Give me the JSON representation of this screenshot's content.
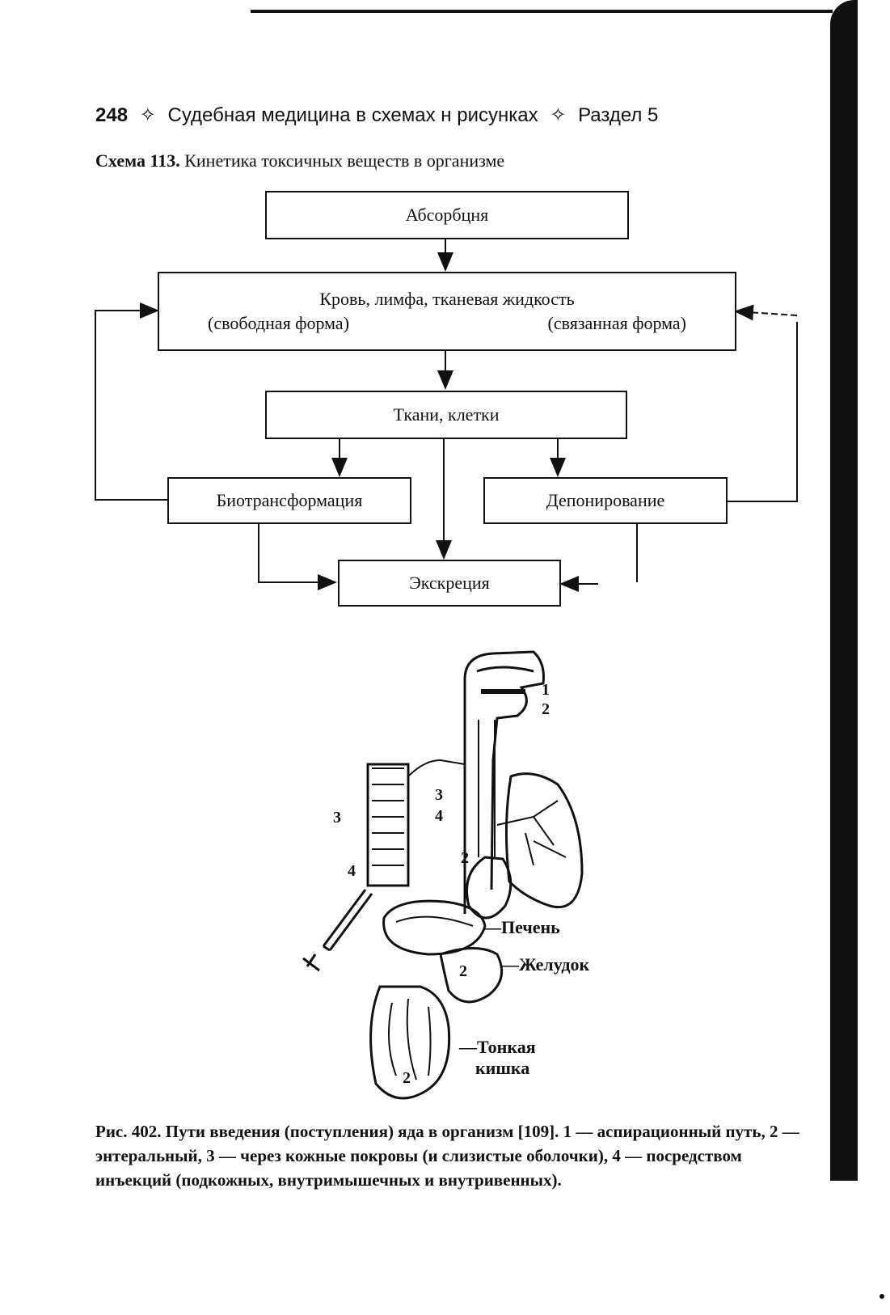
{
  "header": {
    "page_number": "248",
    "separator": "✧",
    "book_title": "Судебная медицина в схемах н рисунках",
    "section": "Раздел 5"
  },
  "scheme": {
    "title_prefix": "Схема 113.",
    "title": "Кинетика токсичных веществ в организме",
    "boxes": {
      "absorption": "Абсорбцня",
      "blood_line1": "Кровь, лимфа, тканевая жидкость",
      "blood_free": "(свободная форма)",
      "blood_bound": "(связанная форма)",
      "tissues": "Ткани, клетки",
      "biotransformation": "Биотрансформация",
      "deposition": "Депонирование",
      "excretion": "Экскреция"
    }
  },
  "figure": {
    "labels": {
      "liver": "Печень",
      "stomach": "Желудок",
      "small_intestine_1": "Тонкая",
      "small_intestine_2": "кишка",
      "n1": "1",
      "n2a": "2",
      "n2b": "2",
      "n2c": "2",
      "n2d": "2",
      "n3a": "3",
      "n3b": "3",
      "n4a": "4",
      "n4b": "4"
    },
    "caption": "Рис. 402. Пути введения (поступления) яда в организм [109]. 1 — аспирационный путь, 2 — энтеральный, 3 — через кожные покровы (и слизистые оболочки), 4 — посредством инъекций (подкожных, внутримышечных и внутривенных)."
  }
}
